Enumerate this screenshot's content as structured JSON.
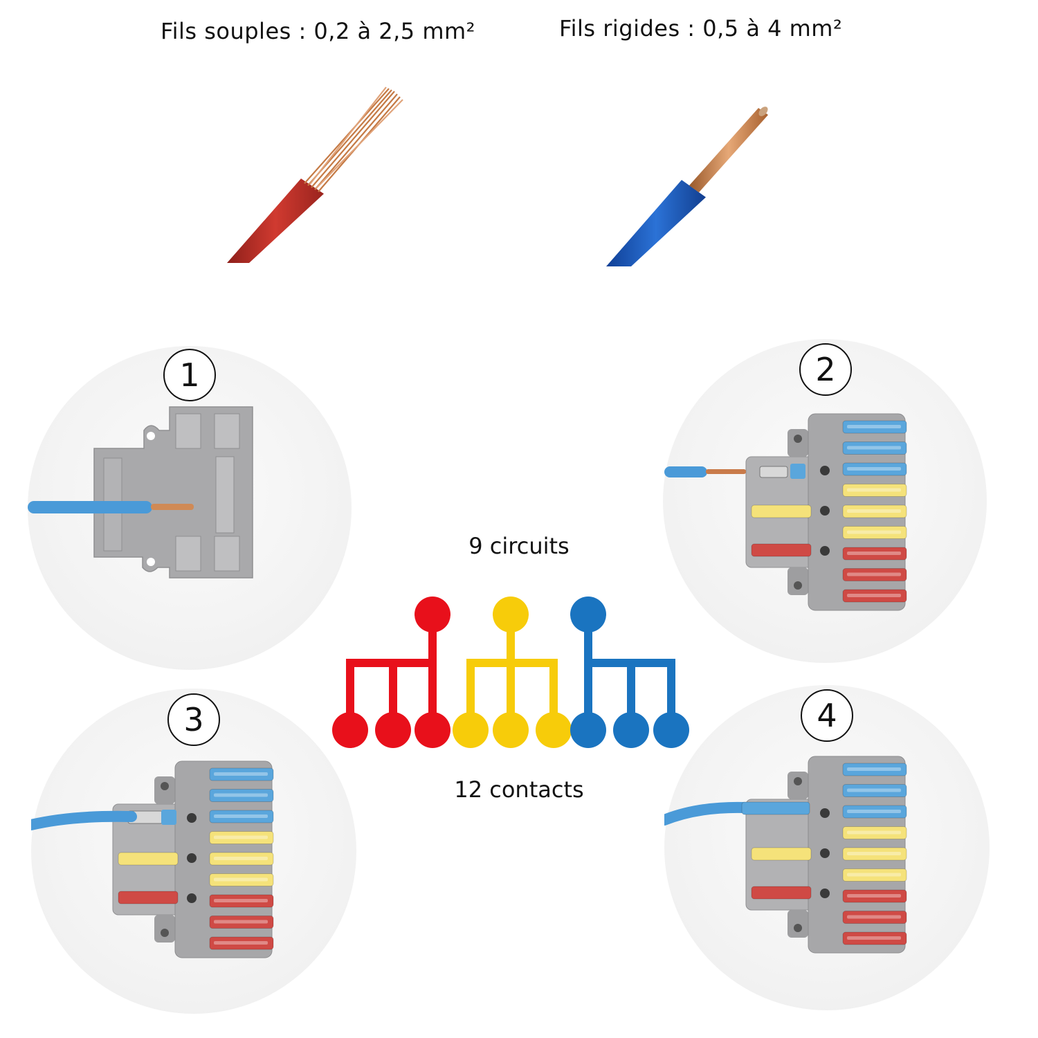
{
  "wires": {
    "flexible": {
      "label": "Fils souples : 0,2 à 2,5 mm²",
      "insulation_color": "#c0332b",
      "conductor": "stranded"
    },
    "rigid": {
      "label": "Fils rigides : 0,5 à 4 mm²",
      "insulation_color": "#1f5fc4",
      "conductor": "solid"
    }
  },
  "steps": [
    {
      "number": "1"
    },
    {
      "number": "2"
    },
    {
      "number": "3"
    },
    {
      "number": "4"
    }
  ],
  "diagram": {
    "circuits_label": "9 circuits",
    "contacts_label": "12 contacts",
    "groups": [
      {
        "color": "#e8101b"
      },
      {
        "color": "#f7cc0a"
      },
      {
        "color": "#1a74c0"
      }
    ]
  },
  "colors": {
    "connector_grey": "#a7a7a9",
    "lever_blue": "#5aa6dc",
    "lever_yellow": "#f5e27a",
    "lever_red": "#cf4a45",
    "copper": "#c97b4a"
  }
}
